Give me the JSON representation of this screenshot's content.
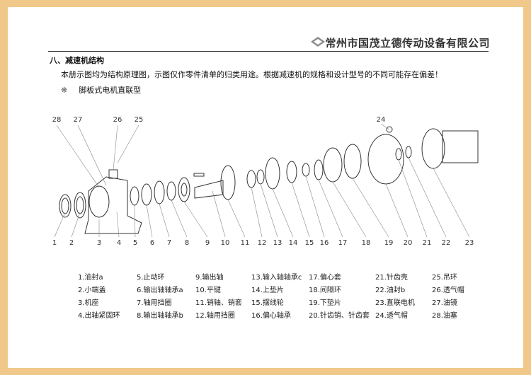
{
  "header": {
    "company": "常州市国茂立德传动设备有限公司"
  },
  "section": {
    "heading": "八、减速机结构",
    "intro": "本册示图均为结构原理图，示图仅作零件清单的归类用途。根据减速机的规格和设计型号的不同可能存在偏差！",
    "bullet": "❋",
    "subtype": "脚板式电机直联型"
  },
  "callouts": [
    "1",
    "2",
    "3",
    "4",
    "5",
    "6",
    "7",
    "8",
    "9",
    "10",
    "11",
    "12",
    "13",
    "14",
    "15",
    "16",
    "17",
    "18",
    "19",
    "20",
    "21",
    "22",
    "23",
    "24",
    "25",
    "26",
    "27",
    "28"
  ],
  "legend": [
    [
      "1.油封a",
      "2.小端盖",
      "3.机座",
      "4.出轴紧固环"
    ],
    [
      "5.止动环",
      "6.输出轴轴承a",
      "7.轴用挡圈",
      "8.输出轴轴承b"
    ],
    [
      "9.输出轴",
      "10.平键",
      "11.销轴、销套",
      "12.轴用挡圈"
    ],
    [
      "13.输入轴轴承c",
      "14.上垫片",
      "15.摆线轮",
      "16.偏心轴承"
    ],
    [
      "17.偏心套",
      "18.间隔环",
      "19.下垫片",
      "20.针齿销、针齿套"
    ],
    [
      "21.针齿壳",
      "22.油封b",
      "23.直联电机",
      "24.透气帽"
    ],
    [
      "25.吊环",
      "26.透气帽",
      "27.油镜",
      "28.油塞"
    ]
  ]
}
